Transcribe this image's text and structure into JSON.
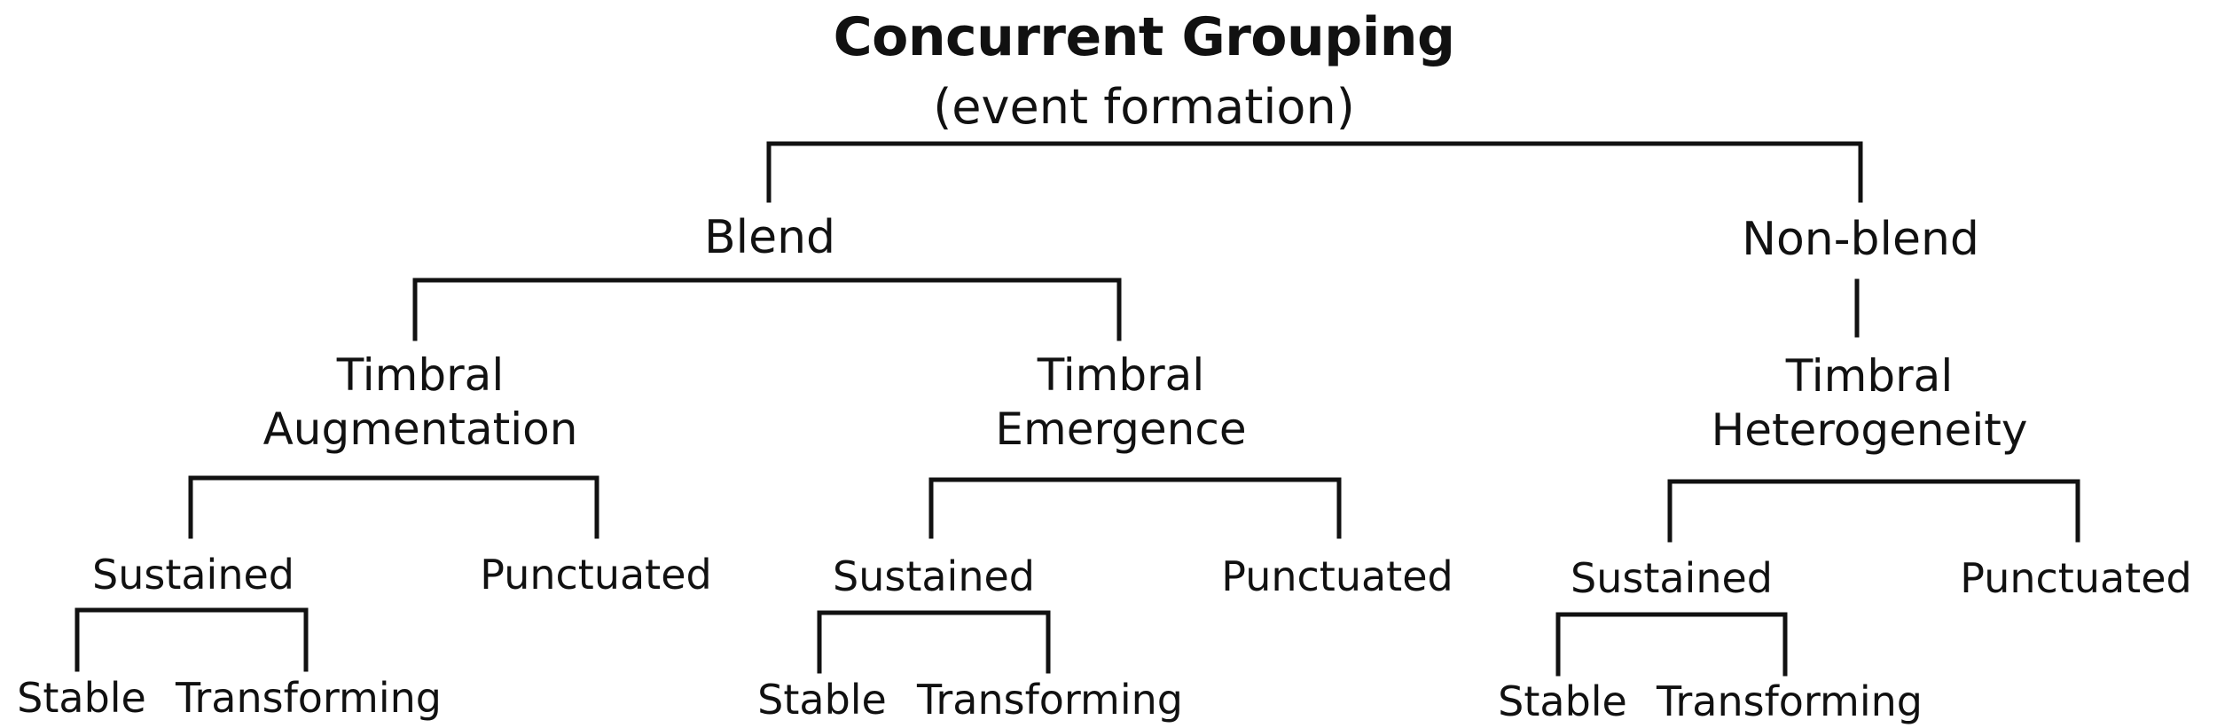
{
  "title": "Concurrent Grouping",
  "subtitle": "(event formation)",
  "level1": {
    "blend": "Blend",
    "non_blend": "Non-blend"
  },
  "level2": {
    "augmentation": {
      "line1": "Timbral",
      "line2": "Augmentation"
    },
    "emergence": {
      "line1": "Timbral",
      "line2": "Emergence"
    },
    "heterogeneity": {
      "line1": "Timbral",
      "line2": "Heterogeneity"
    }
  },
  "level3": {
    "sustained": "Sustained",
    "punctuated": "Punctuated"
  },
  "level4": {
    "stable": "Stable",
    "transforming": "Transforming"
  },
  "colors": {
    "ink": "#111111",
    "background": "#ffffff"
  }
}
